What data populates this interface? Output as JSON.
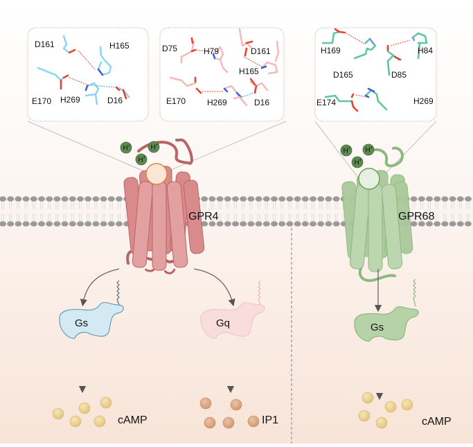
{
  "colors": {
    "gpr4_body": "#d98a8a",
    "gpr4_dark": "#b86464",
    "gpr4_ligand_fill": "#fbe6d6",
    "gpr4_ligand_stroke": "#d4874a",
    "gpr68_body": "#a9c99a",
    "gpr68_dark": "#8db87e",
    "gpr68_ligand_fill": "#e6f1df",
    "gpr68_ligand_stroke": "#6e9a5e",
    "proton": "#5e8a52",
    "membrane": "#9a9a9a",
    "gs_blue": "#d3eaf5",
    "gs_blue_stroke": "#6b9bb0",
    "gq_pink": "#f9dcdc",
    "gs_green": "#b5d3a6",
    "camp": "#ecd393",
    "ip1": "#dba985",
    "res_blue": "#8fd6f3",
    "res_pink": "#f1bcbc",
    "res_green": "#5ec79c",
    "oxygen": "#e8412f",
    "nitrogen": "#3a5fe0"
  },
  "panels": [
    {
      "name": "gpr4-residues-blue",
      "labels": [
        "D161",
        "H165",
        "E170",
        "H269",
        "D16"
      ]
    },
    {
      "name": "gpr4-residues-pink",
      "labels": [
        "D75",
        "H79",
        "D161",
        "H165",
        "E170",
        "H269",
        "D16"
      ]
    },
    {
      "name": "gpr68-residues",
      "labels": [
        "H169",
        "H84",
        "D165",
        "D85",
        "E174",
        "H269"
      ]
    }
  ],
  "protons": {
    "label": "H",
    "superscript": "+"
  },
  "receptors": [
    {
      "name": "GPR4"
    },
    {
      "name": "GPR68"
    }
  ],
  "gproteins": [
    {
      "label": "Gs",
      "pathway": "GPR4"
    },
    {
      "label": "Gq",
      "pathway": "GPR4"
    },
    {
      "label": "Gs",
      "pathway": "GPR68"
    }
  ],
  "products": [
    {
      "label": "cAMP",
      "pathway": "GPR4-Gs"
    },
    {
      "label": "IP1",
      "pathway": "GPR4-Gq"
    },
    {
      "label": "cAMP",
      "pathway": "GPR68-Gs"
    }
  ]
}
